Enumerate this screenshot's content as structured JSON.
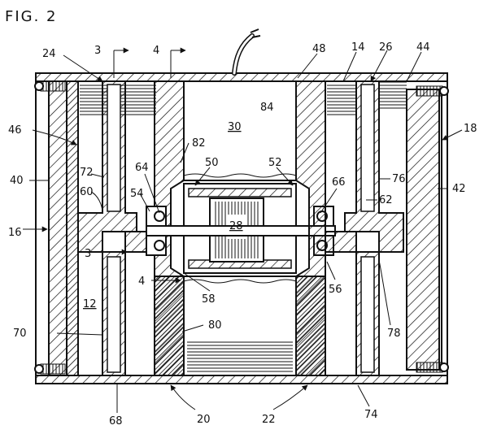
{
  "figure": {
    "title": "FIG. 2"
  },
  "labels": {
    "l3a": "3",
    "l4a": "4",
    "l24": "24",
    "l48": "48",
    "l14": "14",
    "l26": "26",
    "l44": "44",
    "l18": "18",
    "l46": "46",
    "l40": "40",
    "l16": "16",
    "l72": "72",
    "l60": "60",
    "l54": "54",
    "l64": "64",
    "l82": "82",
    "l30": "30",
    "l84": "84",
    "l50": "50",
    "l52": "52",
    "l28": "28",
    "l66": "66",
    "l76": "76",
    "l62": "62",
    "l42": "42",
    "l3b": "3",
    "l4b": "4",
    "l12": "12",
    "l58": "58",
    "l56": "56",
    "l70": "70",
    "l80": "80",
    "l78": "78",
    "l68": "68",
    "l20": "20",
    "l22": "22",
    "l74": "74"
  },
  "colors": {
    "ink": "#111111",
    "paper": "#ffffff"
  }
}
